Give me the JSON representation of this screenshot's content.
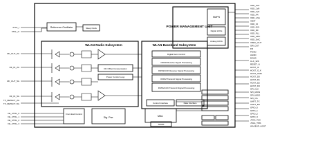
{
  "diagram": {
    "blocks": {
      "ref_osc": "Reference Oscillator",
      "sleep_clock": "Sleep Clock",
      "pmu": "POWER MANAGEMENT UNIT",
      "smps": "SMPS",
      "digital_ldos": "Digital LDOs",
      "analog_ldos": "Analog LDOs",
      "radio_subsystem": "WLAN Radio Subsystem",
      "baseband_subsystem": "WLAN Baseband Subsystem",
      "dc_offset": "DC Offset Compensation",
      "power_control_loop": "Power Control Loop",
      "digital_gain_control": "Digital Gain Control",
      "ofdm_rx": "OFDM Receive Signal Processing",
      "dsss_rx": "DSSS/CCK Receive Signal Processing",
      "ofdm_tx": "OFDM Transmit Signal Processing",
      "dsss_tx": "DSSS/CCK Transmit Signal Processing",
      "control_interface": "Control Interface",
      "data_interface": "Data Interface",
      "front_end_control": "Front End Control",
      "dig_pwr": "Dig. Pwr.",
      "mac": "MAC",
      "sram": "SRAM"
    },
    "pins": {
      "left": [
        "XTAL_I",
        "XTAL_O",
        "RF_OUT_2G",
        "RF_IN_2G",
        "RF_OUT_5G",
        "RF_IN_5G",
        "TX_DETECT_2G",
        "TX_DETECT_5G",
        "FE_CTRL_0",
        "FE_CTRL_1",
        "FE_CTRL_2",
        "FE_CTRL_3"
      ],
      "right": [
        "VDD_3V3",
        "VDD_1V8",
        "VDD_1V2",
        "VDD_PA",
        "VDD_LNA",
        "VBAT",
        "VDD_IO",
        "VDD_DIG",
        "VDD_RF",
        "VDD_PLL",
        "VDD_ADC",
        "VDD_DAC",
        "VREG_OUT",
        "SW_OUT",
        "FB",
        "PGND",
        "AGND",
        "DGND",
        "CLK_32K",
        "RESET_N",
        "HOST_IF",
        "HOST_CLK",
        "HOST_CMD",
        "HOST_D0",
        "HOST_D1",
        "HOST_D2",
        "HOST_D3",
        "SPI_CLK",
        "SPI_MOSI",
        "SPI_MISO",
        "SPI_CS",
        "UART_TX",
        "UART_RX",
        "GPIO_0",
        "GPIO_1",
        "GPIO_2",
        "GPIO_3",
        "JTAG_TCK",
        "JTAG_TMS",
        "WAKEUP_HOST"
      ]
    }
  }
}
